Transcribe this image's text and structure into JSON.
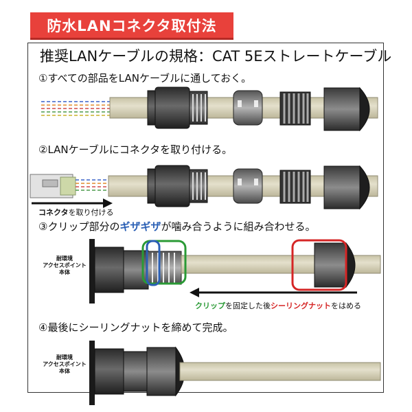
{
  "banner": {
    "title": "防水LANコネクタ取付法"
  },
  "headline": "推奨LANケーブルの規格：CAT 5Eストレートケーブル",
  "steps": [
    {
      "label": "①すべての部品をLANケーブルに通しておく。"
    },
    {
      "label": "②LANケーブルにコネクタを取り付ける。"
    },
    {
      "label_pre": "③クリップ部分の",
      "label_em": "ギザギザ",
      "label_post": "が噛み合うように組み合わせる。"
    },
    {
      "label": "④最後にシーリングナットを締めて完成。"
    }
  ],
  "step2_note": {
    "bold": "コネクタ",
    "rest": "を取り付ける"
  },
  "step3_instruction": {
    "clip": "クリップ",
    "mid": "を固定した後",
    "nut": "シーリングナット",
    "end": "をはめる"
  },
  "access_point_label": [
    "耐環境",
    "アクセスポイント",
    "本体"
  ],
  "colors": {
    "banner": "#e8413b",
    "blue": "#2a5fb4",
    "green": "#2a9a35",
    "red": "#d52525",
    "cable": "#d7d2b8"
  }
}
